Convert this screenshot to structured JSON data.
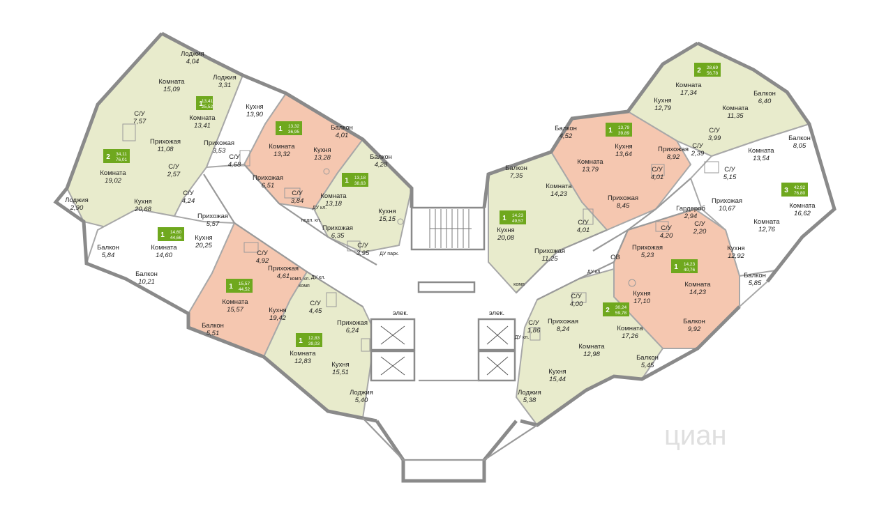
{
  "watermark": "циан",
  "badges": [
    {
      "rooms": "1",
      "living": "13,41",
      "total": "25,52"
    },
    {
      "rooms": "1",
      "living": "13,32",
      "total": "36,95"
    },
    {
      "rooms": "2",
      "living": "34,11",
      "total": "76,01"
    },
    {
      "rooms": "1",
      "living": "13,18",
      "total": "38,63"
    },
    {
      "rooms": "1",
      "living": "14,60",
      "total": "44,66"
    },
    {
      "rooms": "1",
      "living": "15,57",
      "total": "44,52"
    },
    {
      "rooms": "1",
      "living": "12,83",
      "total": "39,03"
    },
    {
      "rooms": "2",
      "living": "28,69",
      "total": "56,78"
    },
    {
      "rooms": "1",
      "living": "13,79",
      "total": "39,89"
    },
    {
      "rooms": "3",
      "living": "42,92",
      "total": "76,80"
    },
    {
      "rooms": "1",
      "living": "14,23",
      "total": "49,57"
    },
    {
      "rooms": "1",
      "living": "14,23",
      "total": "40,76"
    },
    {
      "rooms": "2",
      "living": "30,24",
      "total": "59,78"
    }
  ],
  "rooms": [
    {
      "name": "Лоджия",
      "area": "4,04"
    },
    {
      "name": "Комната",
      "area": "15,09"
    },
    {
      "name": "Лоджия",
      "area": "3,31"
    },
    {
      "name": "Кухня",
      "area": "13,90"
    },
    {
      "name": "Комната",
      "area": "13,41"
    },
    {
      "name": "С/У",
      "area": "7,57"
    },
    {
      "name": "Прихожая",
      "area": "11,08"
    },
    {
      "name": "Прихожая",
      "area": "3,53"
    },
    {
      "name": "С/У",
      "area": "4,68"
    },
    {
      "name": "Комната",
      "area": "13,32"
    },
    {
      "name": "Кухня",
      "area": "13,28"
    },
    {
      "name": "Балкон",
      "area": "4,01"
    },
    {
      "name": "Балкон",
      "area": "4,28"
    },
    {
      "name": "Комната",
      "area": "19,02"
    },
    {
      "name": "С/У",
      "area": "2,57"
    },
    {
      "name": "Прихожая",
      "area": "6,51"
    },
    {
      "name": "С/У",
      "area": "3,84"
    },
    {
      "name": "Комната",
      "area": "13,18"
    },
    {
      "name": "Кухня",
      "area": "15,15"
    },
    {
      "name": "Лоджия",
      "area": "2,90"
    },
    {
      "name": "Кухня",
      "area": "20,68"
    },
    {
      "name": "С/У",
      "area": "4,24"
    },
    {
      "name": "Прихожая",
      "area": "5,57"
    },
    {
      "name": "Прихожая",
      "area": "6,35"
    },
    {
      "name": "С/У",
      "area": "3,95"
    },
    {
      "name": "Балкон",
      "area": "5,84"
    },
    {
      "name": "Комната",
      "area": "14,60"
    },
    {
      "name": "Кухня",
      "area": "20,25"
    },
    {
      "name": "С/У",
      "area": "4,92"
    },
    {
      "name": "Балкон",
      "area": "10,21"
    },
    {
      "name": "Прихожая",
      "area": "4,61"
    },
    {
      "name": "Комната",
      "area": "15,57"
    },
    {
      "name": "Кухня",
      "area": "19,42"
    },
    {
      "name": "С/У",
      "area": "4,45"
    },
    {
      "name": "Балкон",
      "area": "5,51"
    },
    {
      "name": "Прихожая",
      "area": "6,24"
    },
    {
      "name": "Комната",
      "area": "12,83"
    },
    {
      "name": "Кухня",
      "area": "15,51"
    },
    {
      "name": "Лоджия",
      "area": "5,40"
    },
    {
      "name": "Комната",
      "area": "17,34"
    },
    {
      "name": "Кухня",
      "area": "12,79"
    },
    {
      "name": "Балкон",
      "area": "6,40"
    },
    {
      "name": "Комната",
      "area": "11,35"
    },
    {
      "name": "Балкон",
      "area": "4,52"
    },
    {
      "name": "Комната",
      "area": "13,79"
    },
    {
      "name": "Кухня",
      "area": "13,64"
    },
    {
      "name": "С/У",
      "area": "3,99"
    },
    {
      "name": "Прихожая",
      "area": "8,92"
    },
    {
      "name": "С/У",
      "area": "2,39"
    },
    {
      "name": "Балкон",
      "area": "8,05"
    },
    {
      "name": "Комната",
      "area": "13,54"
    },
    {
      "name": "Балкон",
      "area": "7,35"
    },
    {
      "name": "Комната",
      "area": "14,23"
    },
    {
      "name": "С/У",
      "area": "4,01"
    },
    {
      "name": "С/У",
      "area": "5,15"
    },
    {
      "name": "Прихожая",
      "area": "8,45"
    },
    {
      "name": "Прихожая",
      "area": "10,67"
    },
    {
      "name": "Комната",
      "area": "16,62"
    },
    {
      "name": "Гардероб",
      "area": "2,94"
    },
    {
      "name": "С/У",
      "area": "2,20"
    },
    {
      "name": "Комната",
      "area": "12,76"
    },
    {
      "name": "Кухня",
      "area": "20,08"
    },
    {
      "name": "С/У",
      "area": "4,01"
    },
    {
      "name": "С/У",
      "area": "4,20"
    },
    {
      "name": "Прихожая",
      "area": "11,25"
    },
    {
      "name": "Прихожая",
      "area": "5,23"
    },
    {
      "name": "Кухня",
      "area": "12,92"
    },
    {
      "name": "Комната",
      "area": "14,23"
    },
    {
      "name": "Кухня",
      "area": "17,10"
    },
    {
      "name": "Балкон",
      "area": "5,85"
    },
    {
      "name": "С/У",
      "area": "4,00"
    },
    {
      "name": "С/У",
      "area": "1,86"
    },
    {
      "name": "Прихожая",
      "area": "8,24"
    },
    {
      "name": "Комната",
      "area": "17,26"
    },
    {
      "name": "Балкон",
      "area": "9,92"
    },
    {
      "name": "Комната",
      "area": "12,98"
    },
    {
      "name": "Балкон",
      "area": "5,45"
    },
    {
      "name": "Кухня",
      "area": "15,44"
    },
    {
      "name": "Лоджия",
      "area": "5,38"
    }
  ],
  "service": {
    "du_kl_1": "ДУ кл.",
    "podp_kl": "подп. кл.",
    "du_park": "ДУ парк.",
    "komp_kl": "комп. кл.",
    "du_kl_2": "ДУ кл.",
    "elev_left": "элек.",
    "elev_right": "элек.",
    "du_kl_3": "ДУ кл.",
    "du_kl_4": "ДУ кл.",
    "ov": "ОВ",
    "komp_1": "комп",
    "komp_2": "комп"
  }
}
